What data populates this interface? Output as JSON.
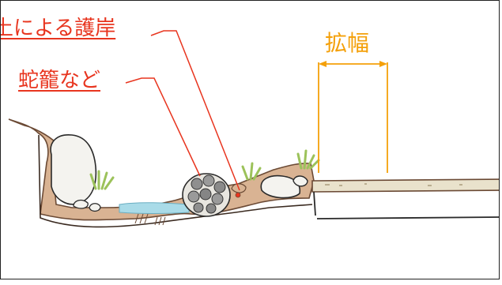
{
  "labels": {
    "earth_revetment": "土による護岸",
    "gabion": "蛇籠など",
    "widening": "拡幅"
  },
  "colors": {
    "label_red": "#e8351f",
    "label_orange": "#f4a00a",
    "leader_red": "#e8351f",
    "dimension_orange": "#f4a00a",
    "soil": "#d9b393",
    "soil_edge": "#6b4a35",
    "water": "#a9dbe8",
    "grass": "#9cc25a",
    "road_fill": "#e9e2cc"
  },
  "icons": {
    "gabion": "gabion-basket-icon",
    "rocks": "rock-icon",
    "grass": "grass-tuft-icon"
  }
}
